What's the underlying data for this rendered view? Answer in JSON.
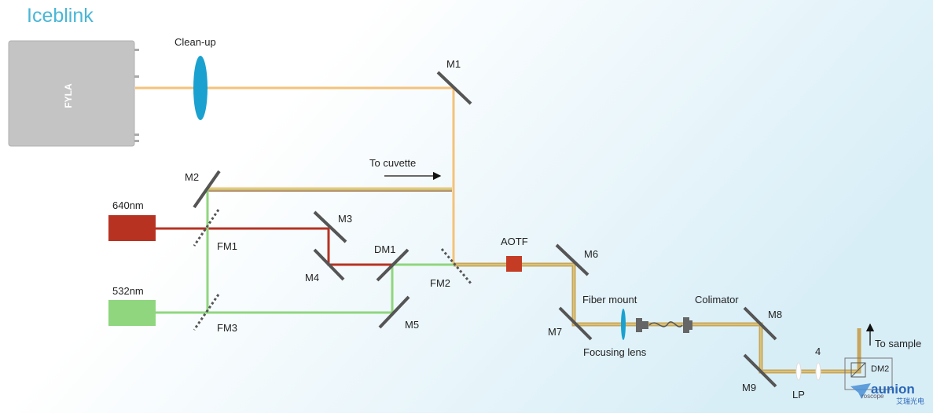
{
  "title": "Iceblink",
  "source_label": "FYLA",
  "labels": {
    "cleanup": "Clean-up",
    "m1": "M1",
    "m2": "M2",
    "m3": "M3",
    "m4": "M4",
    "m5": "M5",
    "m6": "M6",
    "m7": "M7",
    "m8": "M8",
    "m9": "M9",
    "to_cuvette": "To cuvette",
    "laser640": "640nm",
    "laser532": "532nm",
    "fm1": "FM1",
    "fm2": "FM2",
    "fm3": "FM3",
    "dm1": "DM1",
    "dm2": "DM2",
    "aotf": "AOTF",
    "fiber_mount": "Fiber mount",
    "colimator": "Colimator",
    "focusing_lens": "Focusing lens",
    "lp": "LP",
    "quarter": "4",
    "to_sample": "To sample"
  },
  "watermark": {
    "brand": "aunion",
    "sub": "艾瑞光电",
    "sub2": "roscope"
  },
  "colors": {
    "white_beam": "#f5c27a",
    "red_beam": "#b83222",
    "green_beam": "#8fd67e",
    "combined_beam": "#c8a55a",
    "lens": "#1aa1cf",
    "title": "#49b6d6",
    "mirror": "#555555",
    "laser_red": "#b83222",
    "laser_green": "#8fd67e",
    "aotf": "#c53c25"
  }
}
